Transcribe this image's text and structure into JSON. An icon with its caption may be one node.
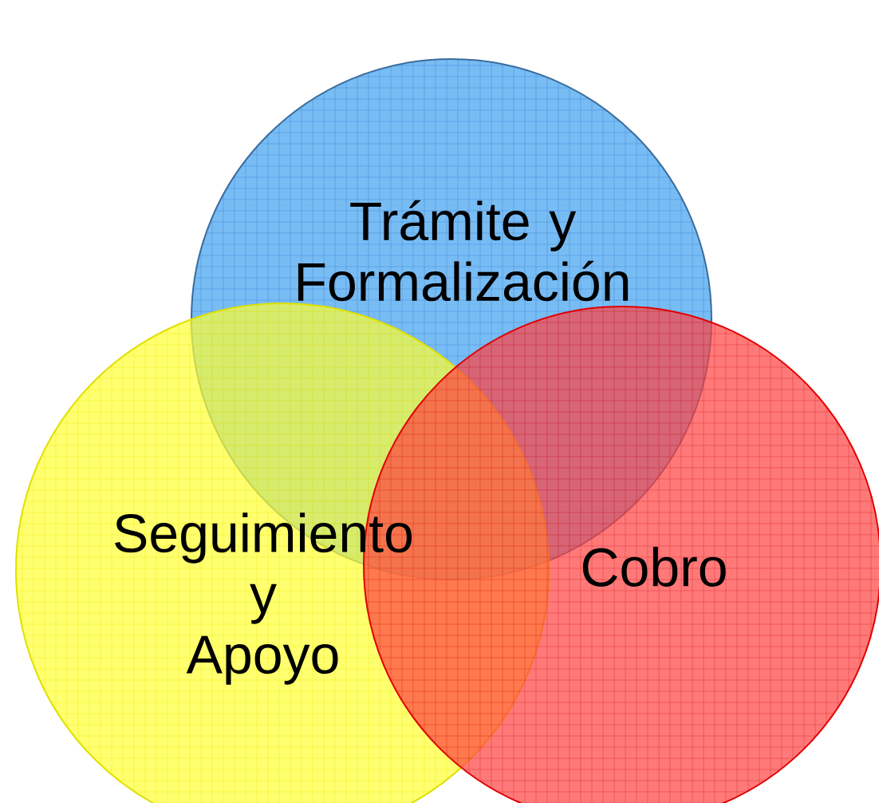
{
  "diagram": {
    "nodes": [
      {
        "text": [
          "Trámite y Formalización"
        ]
      },
      {
        "text": [
          "Seguimiento y Apoyo"
        ]
      },
      {
        "text": [
          "Cobro"
        ]
      }
    ]
  }
}
